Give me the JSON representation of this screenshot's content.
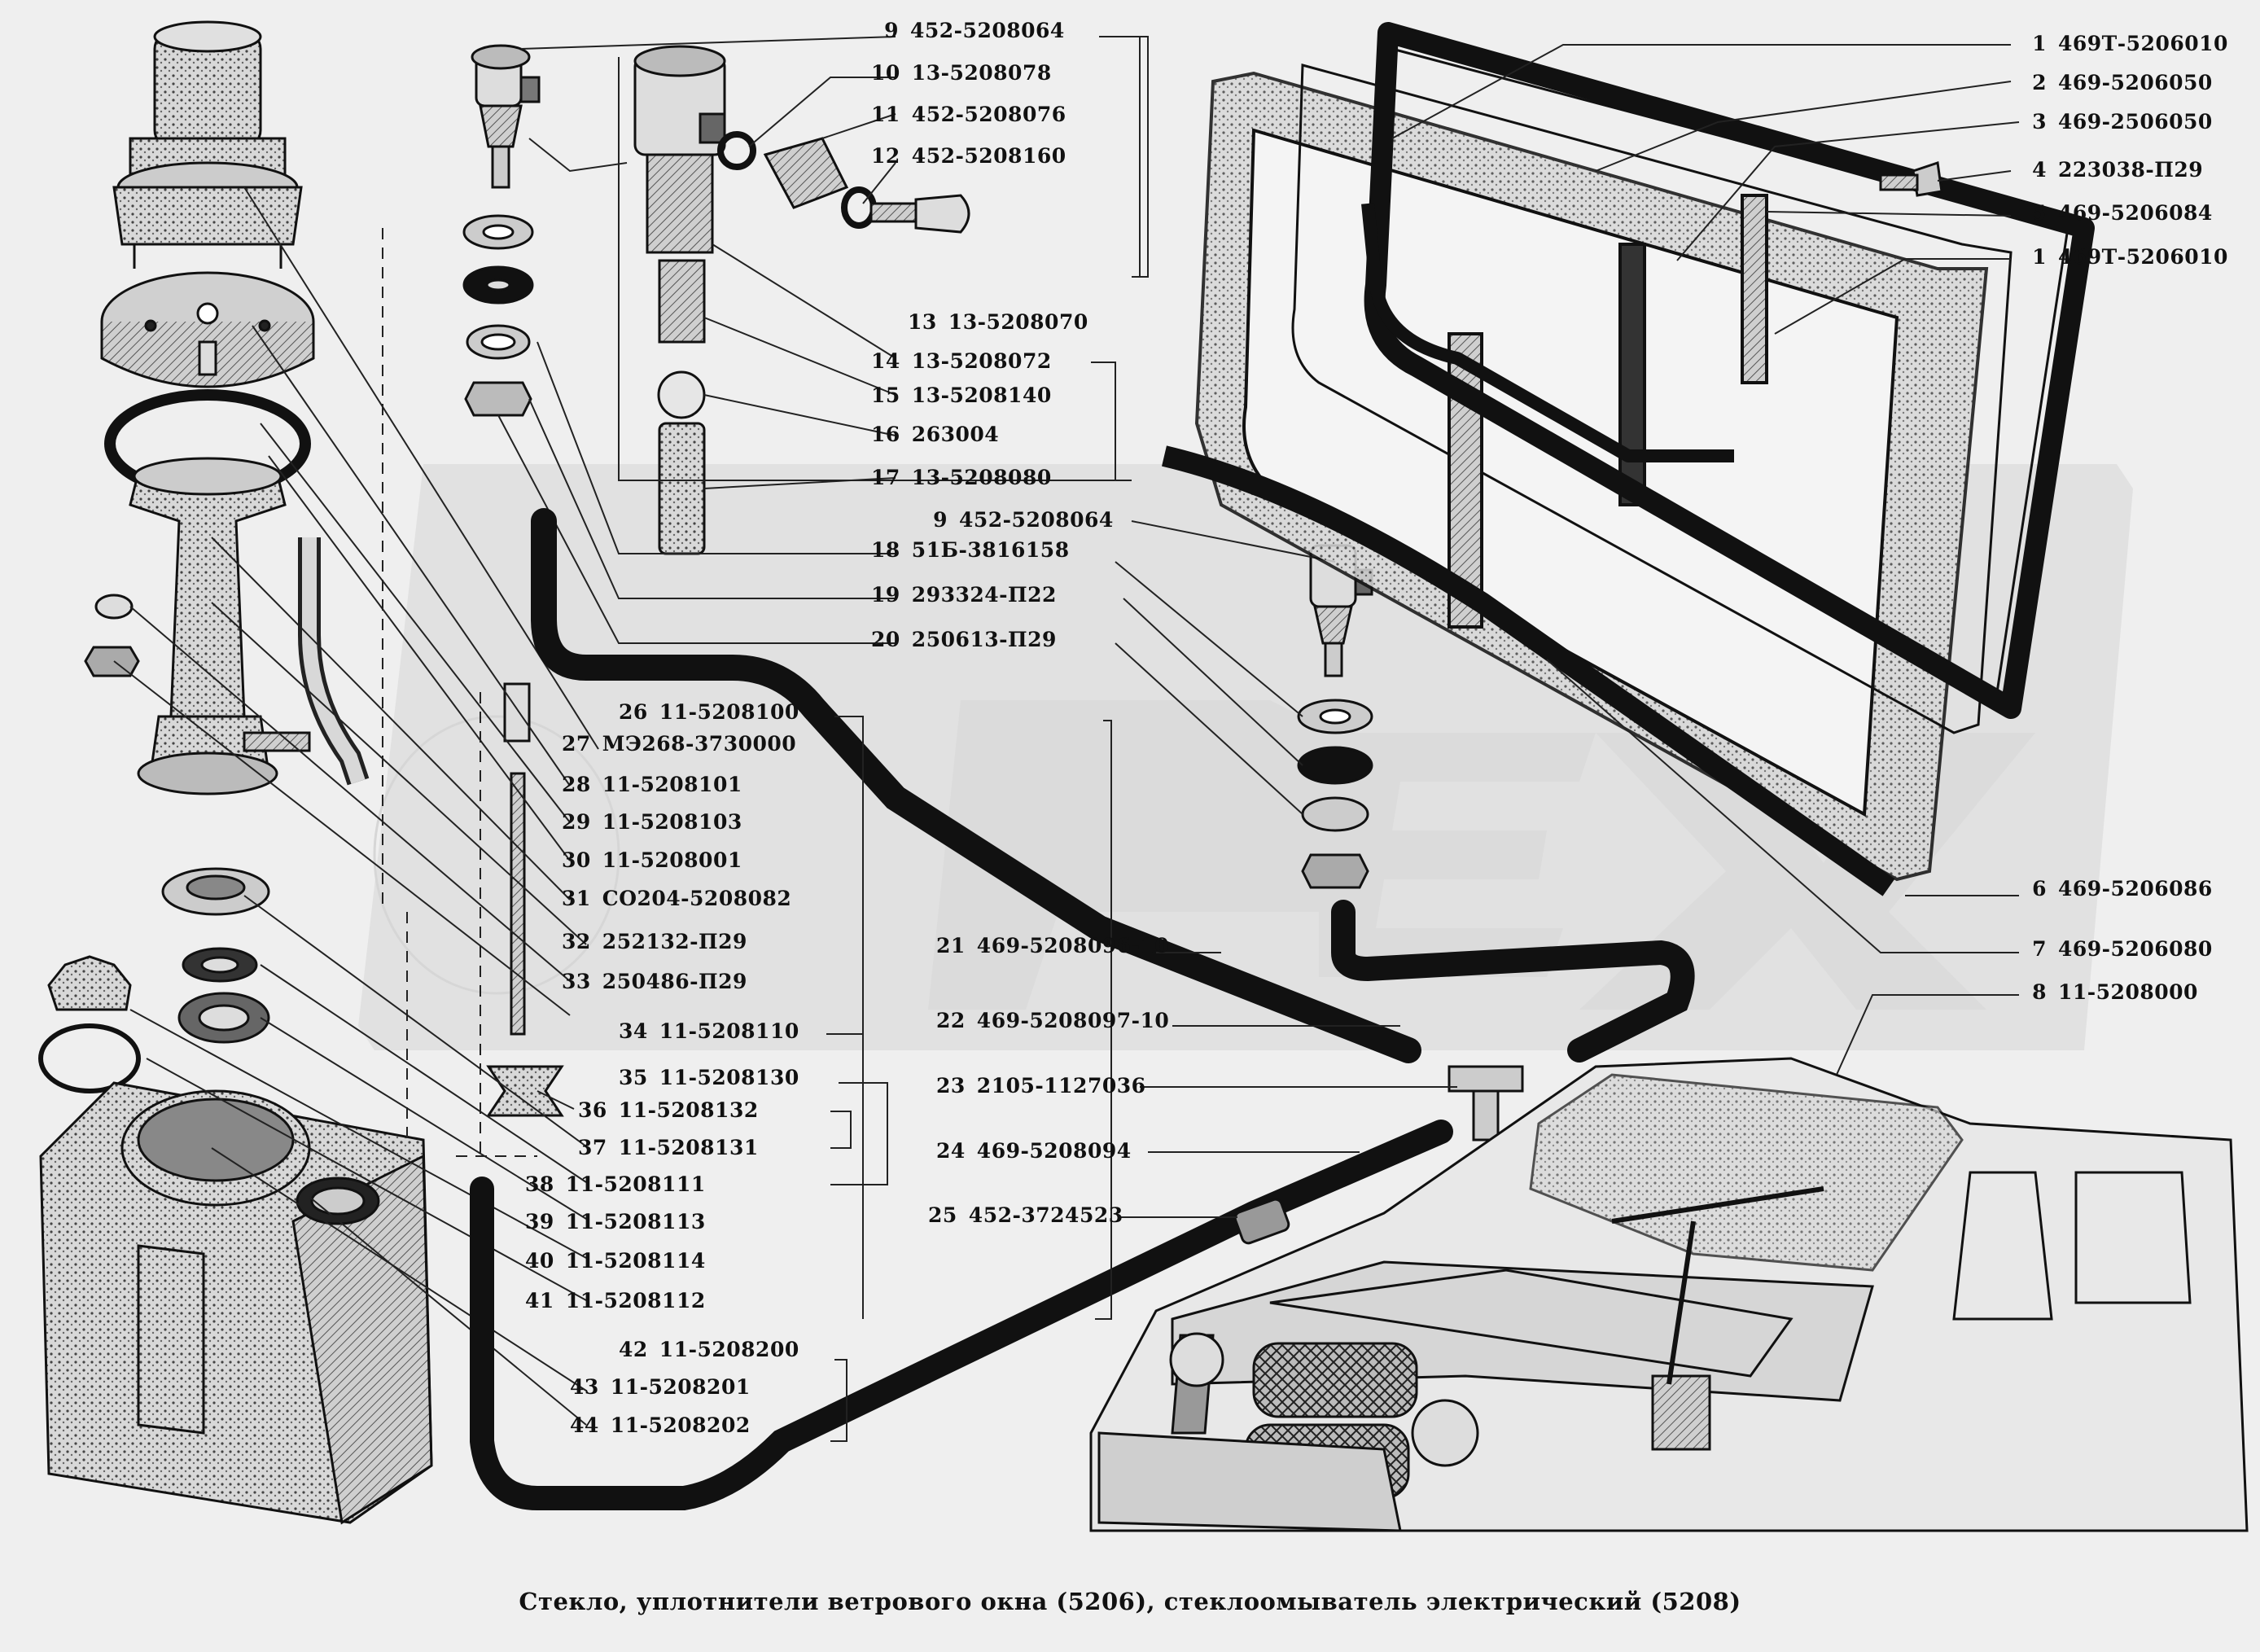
{
  "caption": "Стекло, уплотнители ветрового окна (5206), стеклоомыватель электрический (5208)",
  "parts": [
    {
      "num": "1",
      "code": "469Т-5206010"
    },
    {
      "num": "2",
      "code": "469-5206050"
    },
    {
      "num": "3",
      "code": "469-2506050"
    },
    {
      "num": "4",
      "code": "223038-П29"
    },
    {
      "num": "5",
      "code": "469-5206084"
    },
    {
      "num": "1",
      "code": "469Т-5206010"
    },
    {
      "num": "6",
      "code": "469-5206086"
    },
    {
      "num": "7",
      "code": "469-5206080"
    },
    {
      "num": "8",
      "code": "11-5208000"
    },
    {
      "num": "9",
      "code": "452-5208064"
    },
    {
      "num": "10",
      "code": "13-5208078"
    },
    {
      "num": "11",
      "code": "452-5208076"
    },
    {
      "num": "12",
      "code": "452-5208160"
    },
    {
      "num": "13",
      "code": "13-5208070"
    },
    {
      "num": "14",
      "code": "13-5208072"
    },
    {
      "num": "15",
      "code": "13-5208140"
    },
    {
      "num": "16",
      "code": "263004"
    },
    {
      "num": "17",
      "code": "13-5208080"
    },
    {
      "num": "9",
      "code": "452-5208064"
    },
    {
      "num": "18",
      "code": "51Б-3816158"
    },
    {
      "num": "19",
      "code": "293324-П22"
    },
    {
      "num": "20",
      "code": "250613-П29"
    },
    {
      "num": "26",
      "code": "11-5208100"
    },
    {
      "num": "27",
      "code": "МЭ268-3730000"
    },
    {
      "num": "28",
      "code": "11-5208101"
    },
    {
      "num": "29",
      "code": "11-5208103"
    },
    {
      "num": "30",
      "code": "11-5208001"
    },
    {
      "num": "31",
      "code": "СО204-5208082"
    },
    {
      "num": "32",
      "code": "252132-П29"
    },
    {
      "num": "33",
      "code": "250486-П29"
    },
    {
      "num": "34",
      "code": "11-5208110"
    },
    {
      "num": "35",
      "code": "11-5208130"
    },
    {
      "num": "36",
      "code": "11-5208132"
    },
    {
      "num": "37",
      "code": "11-5208131"
    },
    {
      "num": "38",
      "code": "11-5208111"
    },
    {
      "num": "39",
      "code": "11-5208113"
    },
    {
      "num": "40",
      "code": "11-5208114"
    },
    {
      "num": "41",
      "code": "11-5208112"
    },
    {
      "num": "42",
      "code": "11-5208200"
    },
    {
      "num": "43",
      "code": "11-5208201"
    },
    {
      "num": "44",
      "code": "11-5208202"
    },
    {
      "num": "21",
      "code": "469-5208096-10"
    },
    {
      "num": "22",
      "code": "469-5208097-10"
    },
    {
      "num": "23",
      "code": "2105-1127036"
    },
    {
      "num": "24",
      "code": "469-5208094"
    },
    {
      "num": "25",
      "code": "452-3724523"
    }
  ]
}
